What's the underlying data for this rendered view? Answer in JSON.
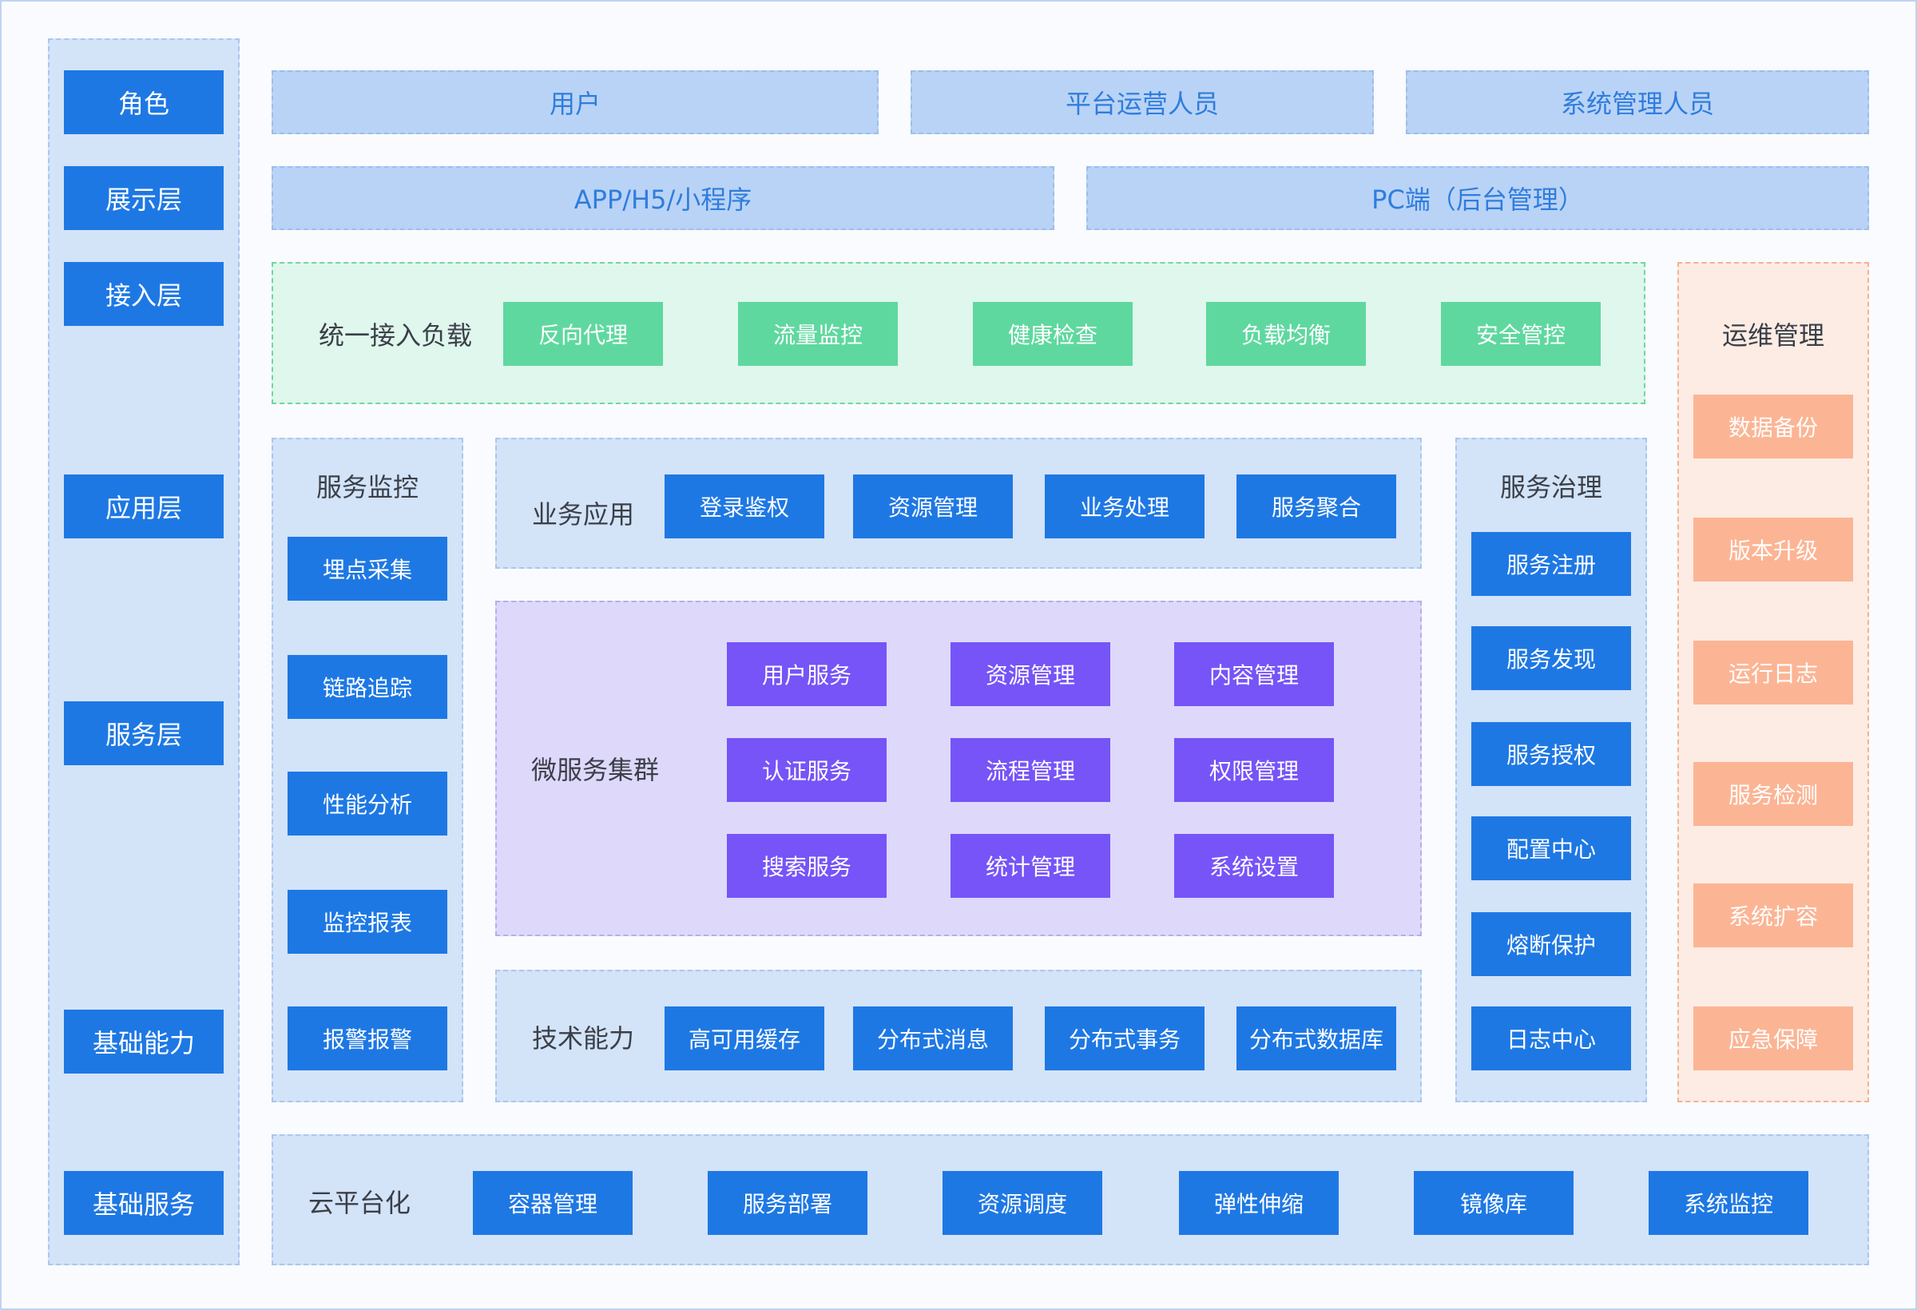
{
  "layers": [
    "角色",
    "展示层",
    "接入层",
    "应用层",
    "服务层",
    "基础能力",
    "基础服务"
  ],
  "roles": [
    "用户",
    "平台运营人员",
    "系统管理人员"
  ],
  "display": [
    "APP/H5/小程序",
    "PC端（后台管理）"
  ],
  "access": {
    "title": "统一接入负载",
    "items": [
      "反向代理",
      "流量监控",
      "健康检查",
      "负载均衡",
      "安全管控"
    ]
  },
  "ops": {
    "title": "运维管理",
    "items": [
      "数据备份",
      "版本升级",
      "运行日志",
      "服务检测",
      "系统扩容",
      "应急保障"
    ]
  },
  "monitor": {
    "title": "服务监控",
    "items": [
      "埋点采集",
      "链路追踪",
      "性能分析",
      "监控报表",
      "报警报警"
    ]
  },
  "business": {
    "title": "业务应用",
    "items": [
      "登录鉴权",
      "资源管理",
      "业务处理",
      "服务聚合"
    ]
  },
  "micro": {
    "title": "微服务集群",
    "items": [
      "用户服务",
      "资源管理",
      "内容管理",
      "认证服务",
      "流程管理",
      "权限管理",
      "搜索服务",
      "统计管理",
      "系统设置"
    ]
  },
  "tech": {
    "title": "技术能力",
    "items": [
      "高可用缓存",
      "分布式消息",
      "分布式事务",
      "分布式数据库"
    ]
  },
  "governance": {
    "title": "服务治理",
    "items": [
      "服务注册",
      "服务发现",
      "服务授权",
      "配置中心",
      "熔断保护",
      "日志中心"
    ]
  },
  "cloud": {
    "title": "云平台化",
    "items": [
      "容器管理",
      "服务部署",
      "资源调度",
      "弹性伸缩",
      "镜像库",
      "系统监控"
    ]
  },
  "colors": {
    "blue": "#1e78e4",
    "green": "#5fd89f",
    "purple": "#7654f7",
    "orange": "#fbb595",
    "role_text": "#2f7ddd"
  }
}
